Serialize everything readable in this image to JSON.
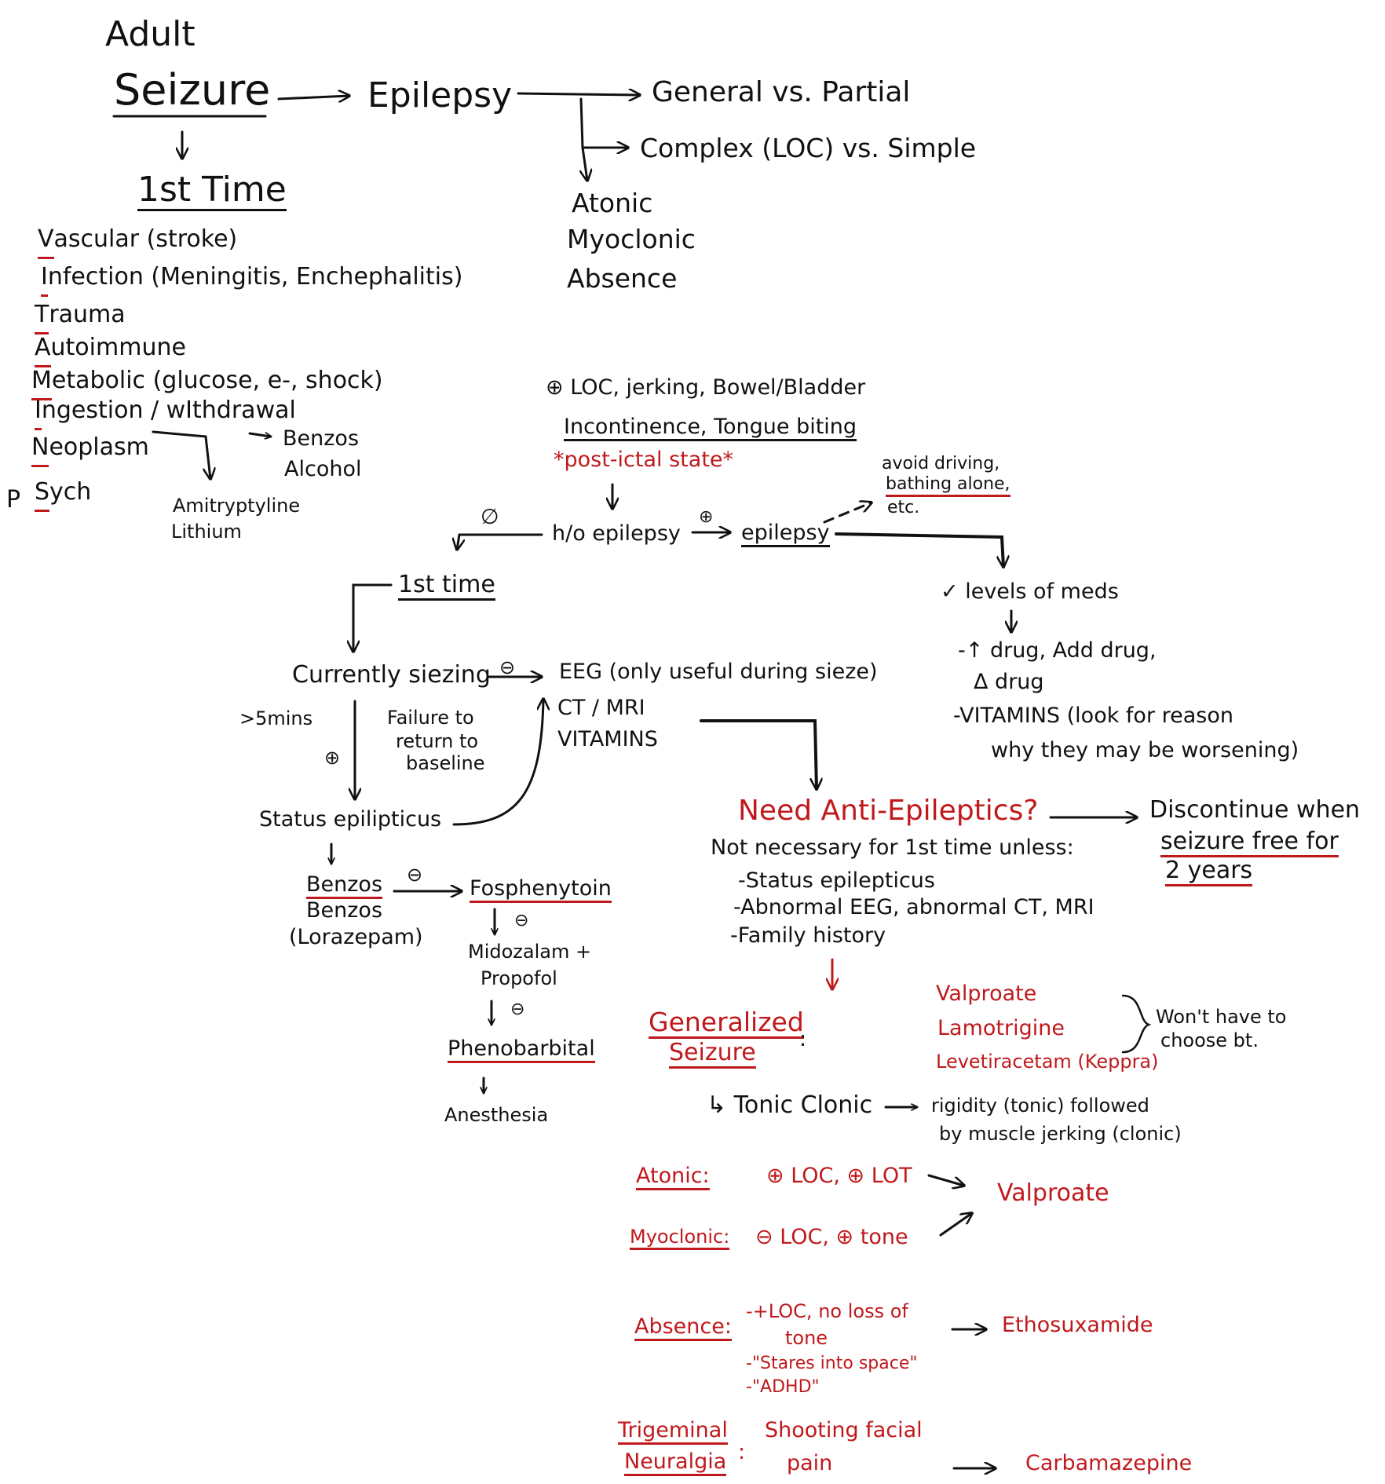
{
  "colors": {
    "ink": "#111111",
    "accent_red": "#c0191c",
    "paper": "#ffffff"
  },
  "header": {
    "adult": "Adult",
    "seizure": "Seizure",
    "epilepsy": "Epilepsy"
  },
  "epilepsy_types": {
    "general_vs_partial": "General vs. Partial",
    "complex_vs_simple": "Complex (LOC) vs. Simple",
    "atonic": "Atonic",
    "myoclonic": "Myoclonic",
    "absence": "Absence"
  },
  "first_time": {
    "title": "1st Time",
    "mnemonic": [
      {
        "letter": "V",
        "rest": "ascular (stroke)"
      },
      {
        "letter": "I",
        "rest": "nfection (Meningitis, Enchephalitis)"
      },
      {
        "letter": "T",
        "rest": "rauma"
      },
      {
        "letter": "A",
        "rest": "utoimmune"
      },
      {
        "letter": "M",
        "rest": "etabolic (glucose, e-, shock)"
      },
      {
        "letter": "I",
        "rest": "ngestion / wIthdrawal"
      },
      {
        "letter": "N",
        "rest": "eoplasm"
      },
      {
        "letter": "S",
        "rest": "ych"
      }
    ],
    "psych_prefix": "P",
    "withdrawal_drugs": [
      "Benzos",
      "Alcohol"
    ],
    "ingestion_drugs": [
      "Amitryptyline",
      "Lithium"
    ]
  },
  "presentation": {
    "line1": "⊕ LOC, jerking, Bowel/Bladder",
    "line2": "Incontinence, Tongue biting",
    "post_ictal": "*post-ictal state*"
  },
  "history": {
    "negative_sign": "∅",
    "label": "h/o epilepsy",
    "positive_sign": "⊕",
    "epilepsy": "epilepsy",
    "precautions": [
      "avoid driving,",
      "bathing alone,",
      "etc."
    ]
  },
  "known_epilepsy": {
    "check_levels": "✓ levels of meds",
    "drug_line1": "-↑ drug, Add drug,",
    "drug_line2": "Δ drug",
    "vitamins_line1": "-VITAMINS (look for reason",
    "vitamins_line2": "why they may be worsening)"
  },
  "first_time_workup": {
    "title": "1st time",
    "currently_seizing": "Currently siezing",
    "neg_sign": "⊖",
    "eeg": "EEG (only useful during sieze)",
    "ct_mri": "CT / MRI",
    "vitamins": "VITAMINS",
    "five_mins": ">5mins",
    "failure": [
      "Failure to",
      "return to",
      "baseline"
    ],
    "plus_sign": "⊕",
    "status": "Status epilipticus"
  },
  "status_treatment": {
    "benzos_1": "Benzos",
    "benzos_2": "Benzos",
    "lorazepam": "(Lorazepam)",
    "neg_sign": "⊖",
    "fosphenytoin": "Fosphenytoin",
    "midazolam": [
      "Midozalam +",
      "Propofol"
    ],
    "phenobarbital": "Phenobarbital",
    "anesthesia": "Anesthesia"
  },
  "anti_epileptics": {
    "question": "Need Anti-Epileptics?",
    "discontinue": [
      "Discontinue when",
      "seizure free for",
      "2 years"
    ],
    "not_necessary": "Not necessary for 1st time unless:",
    "criteria_status": "-Status epilepticus",
    "criteria_abnormal": "-Abnormal EEG, abnormal CT, MRI",
    "criteria_family": "-Family history"
  },
  "treatments": {
    "generalized": [
      "Generalized",
      "Seizure"
    ],
    "generalized_drugs": [
      "Valproate",
      "Lamotrigine",
      "Levetiracetam (Keppra)"
    ],
    "wont_choose": [
      "Won't have to",
      "choose bt."
    ],
    "tonic_clonic": "↳ Tonic Clonic",
    "tonic_desc": [
      "rigidity (tonic) followed",
      "by muscle jerking (clonic)"
    ],
    "atonic_label": "Atonic:",
    "atonic_desc": "⊕ LOC, ⊕ LOT",
    "myoclonic_label": "Myoclonic:",
    "myoclonic_desc": "⊖ LOC, ⊕ tone",
    "valproate": "Valproate",
    "absence_label": "Absence:",
    "absence_desc": [
      "-+LOC, no loss of",
      "tone",
      "-\"Stares into space\"",
      "-\"ADHD\""
    ],
    "ethosuximide": "Ethosuxamide",
    "trigeminal": [
      "Trigeminal",
      "Neuralgia"
    ],
    "trigeminal_desc": [
      "Shooting facial",
      "pain"
    ],
    "carbamazepine": "Carbamazepine"
  }
}
